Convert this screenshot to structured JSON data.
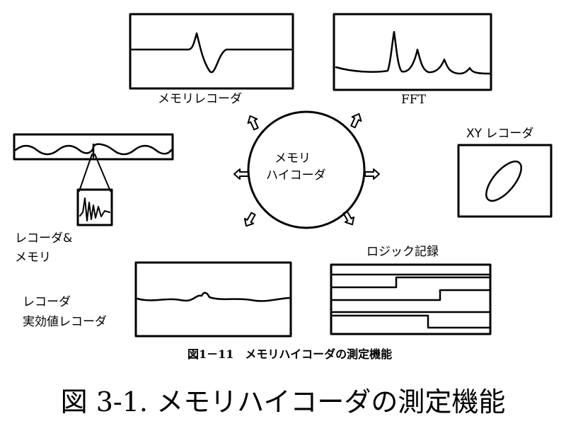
{
  "center": {
    "line1": "メモリ",
    "line2": "ハイコーダ"
  },
  "labels": {
    "memory_recorder": "メモリレコーダ",
    "fft": "FFT",
    "xy_recorder": "XY レコーダ",
    "recorder_memory_line1": "レコーダ&",
    "recorder_memory_line2": "メモリ",
    "logic_recording": "ロジック記録",
    "rms_recorder_line1": "レコーダ",
    "rms_recorder_line2": "実効値レコーダ"
  },
  "inner_caption": "図1－11　メモリハイコーダの測定機能",
  "main_caption": "図 3-1.  メモリハイコーダの測定機能"
}
